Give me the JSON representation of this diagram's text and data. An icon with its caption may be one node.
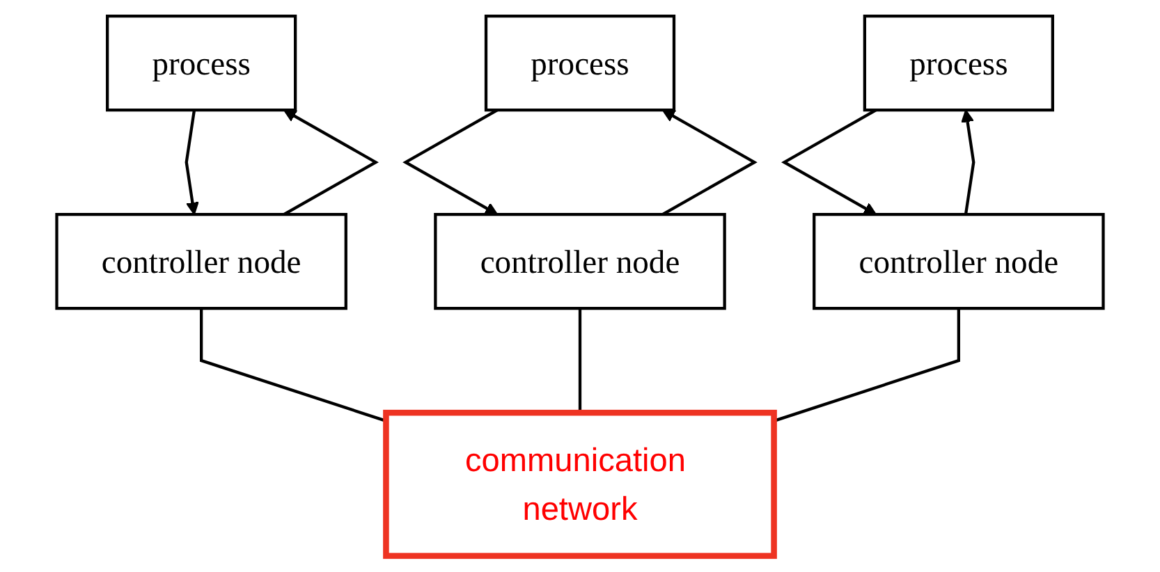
{
  "diagram": {
    "nodes": [
      {
        "text": [
          "process"
        ]
      },
      {
        "text": [
          "process"
        ]
      },
      {
        "text": [
          "process"
        ]
      },
      {
        "text": [
          "controller node"
        ]
      },
      {
        "text": [
          "controller node"
        ]
      },
      {
        "text": [
          "controller node"
        ]
      },
      {
        "text": [
          "communication network"
        ]
      }
    ],
    "edges": [
      {
        "from": 3,
        "to": 0,
        "arrow": "to"
      },
      {
        "from": 0,
        "to": 3,
        "arrow": "to"
      },
      {
        "from": 4,
        "to": 1,
        "arrow": "to"
      },
      {
        "from": 1,
        "to": 4,
        "arrow": "to"
      },
      {
        "from": 5,
        "to": 2,
        "arrow": "to"
      },
      {
        "from": 2,
        "to": 5,
        "arrow": "to"
      },
      {
        "from": 3,
        "to": 6,
        "arrow": "none"
      },
      {
        "from": 4,
        "to": 6,
        "arrow": "none"
      },
      {
        "from": 5,
        "to": 6,
        "arrow": "none"
      }
    ]
  }
}
